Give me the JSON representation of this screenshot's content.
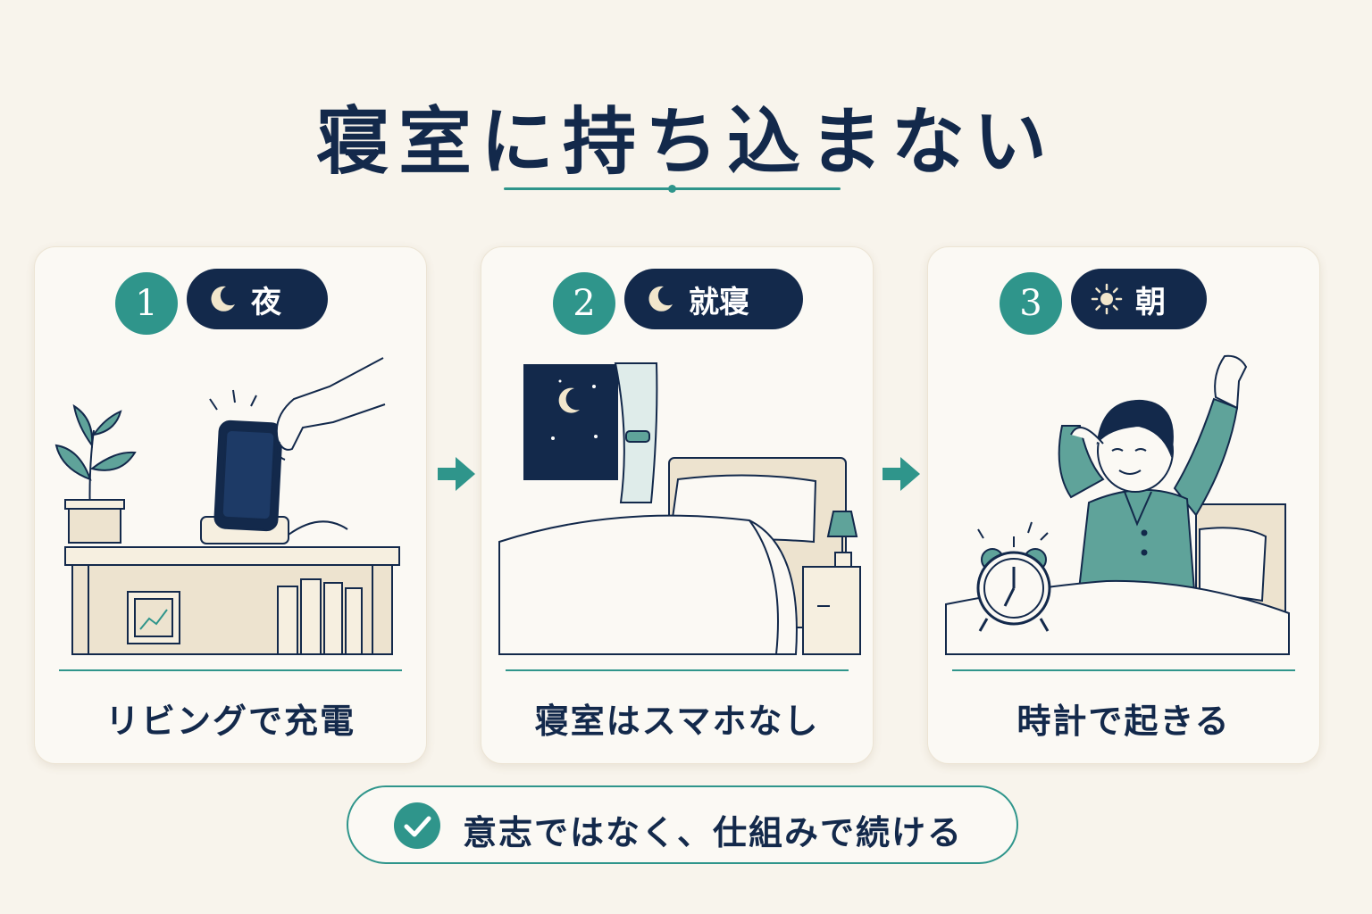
{
  "title": "寝室に持ち込まない",
  "steps": [
    {
      "number": "1",
      "time_label": "夜",
      "time_icon": "moon-icon",
      "caption": "リビングで充電"
    },
    {
      "number": "2",
      "time_label": "就寝",
      "time_icon": "moon-icon",
      "caption": "寝室はスマホなし"
    },
    {
      "number": "3",
      "time_label": "朝",
      "time_icon": "sun-icon",
      "caption": "時計で起きる"
    }
  ],
  "footer": {
    "text": "意志ではなく、仕組みで続ける",
    "icon": "check-circle-icon"
  },
  "colors": {
    "background": "#f8f4ec",
    "navy": "#13294b",
    "teal": "#2f958b",
    "beige": "#ede3cf"
  }
}
